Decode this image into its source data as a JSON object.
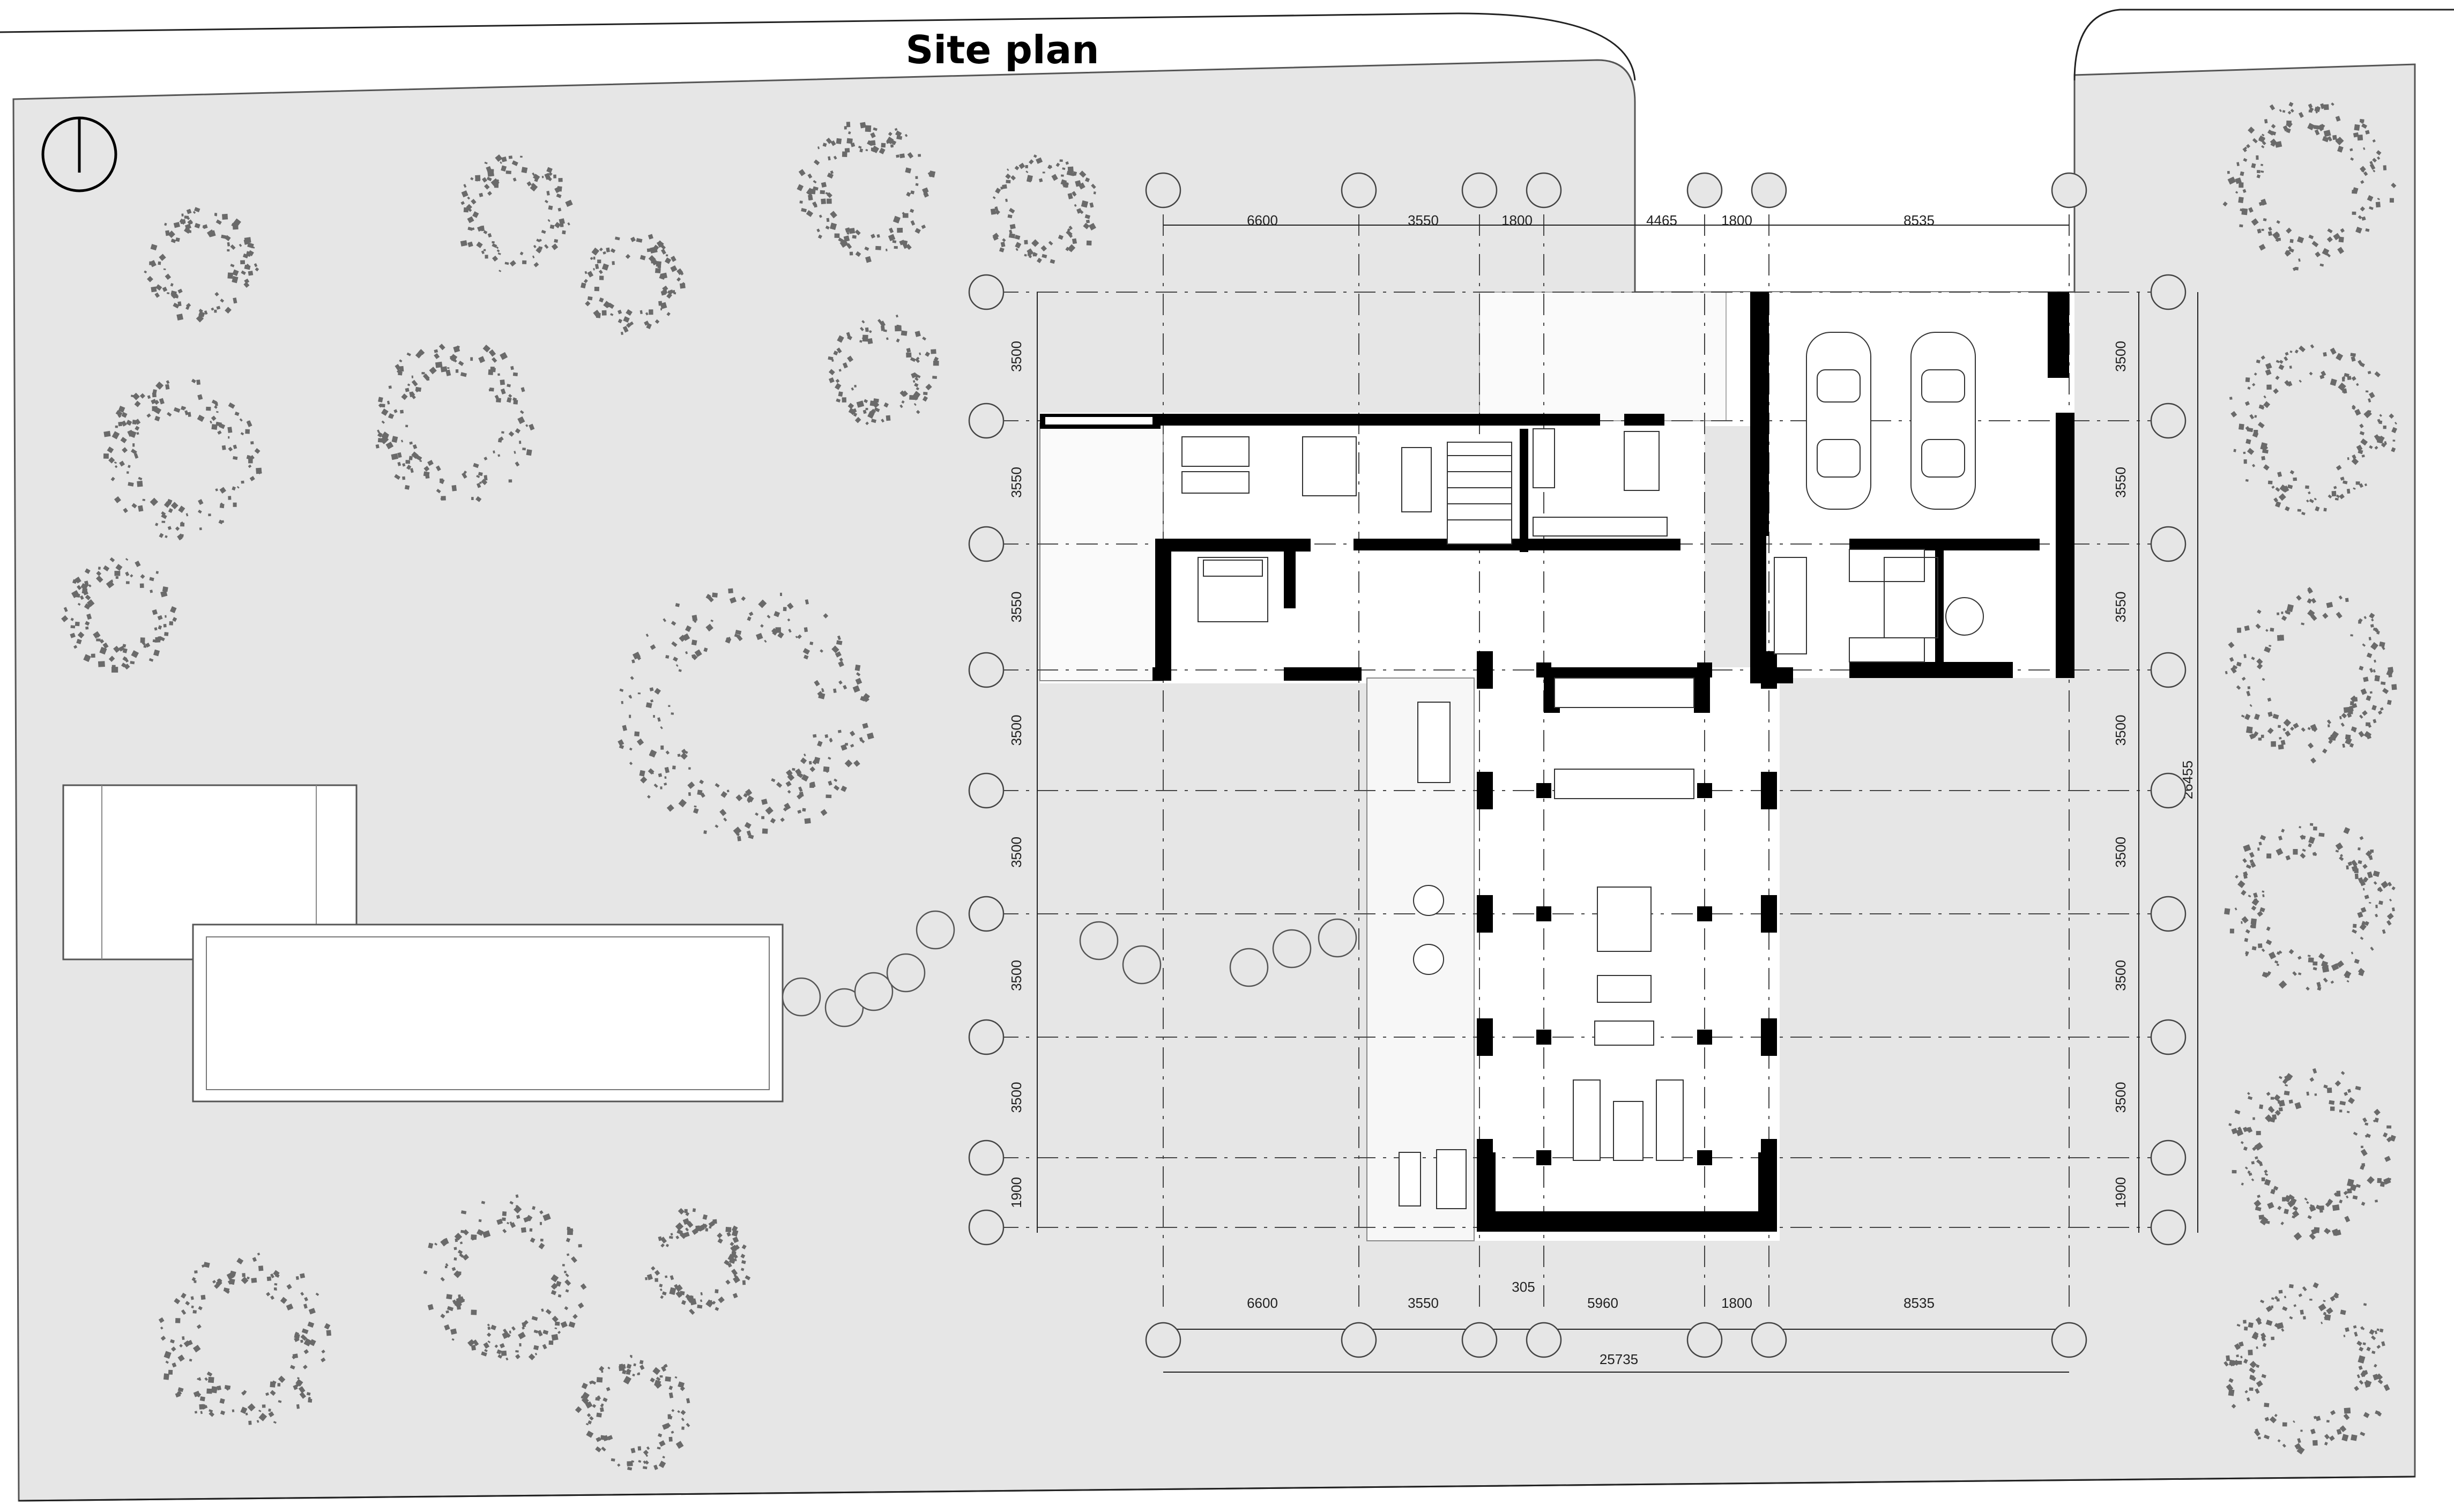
{
  "title": "Site plan",
  "dimensions": {
    "top": [
      "6600",
      "3550",
      "1800",
      "4465",
      "1800",
      "8535"
    ],
    "bottom": [
      "6600",
      "3550",
      "305",
      "5960",
      "1800",
      "8535"
    ],
    "overall_width": "25735",
    "left": [
      "3500",
      "3550",
      "3550",
      "3500",
      "3500",
      "3500",
      "3500",
      "1900"
    ],
    "right": [
      "3500",
      "3550",
      "3550",
      "3500",
      "3500",
      "3500",
      "3500",
      "1900"
    ],
    "overall_height": "26455"
  },
  "icons": {
    "north": "north-arrow-icon",
    "tree": "tree-icon",
    "car": "car-icon",
    "stepping_stone": "stepping-stone-icon"
  },
  "colors": {
    "site": "#e6e6e6",
    "wall": "#000000",
    "interior": "#ffffff",
    "tree_foliage": "#6a6a6a"
  }
}
